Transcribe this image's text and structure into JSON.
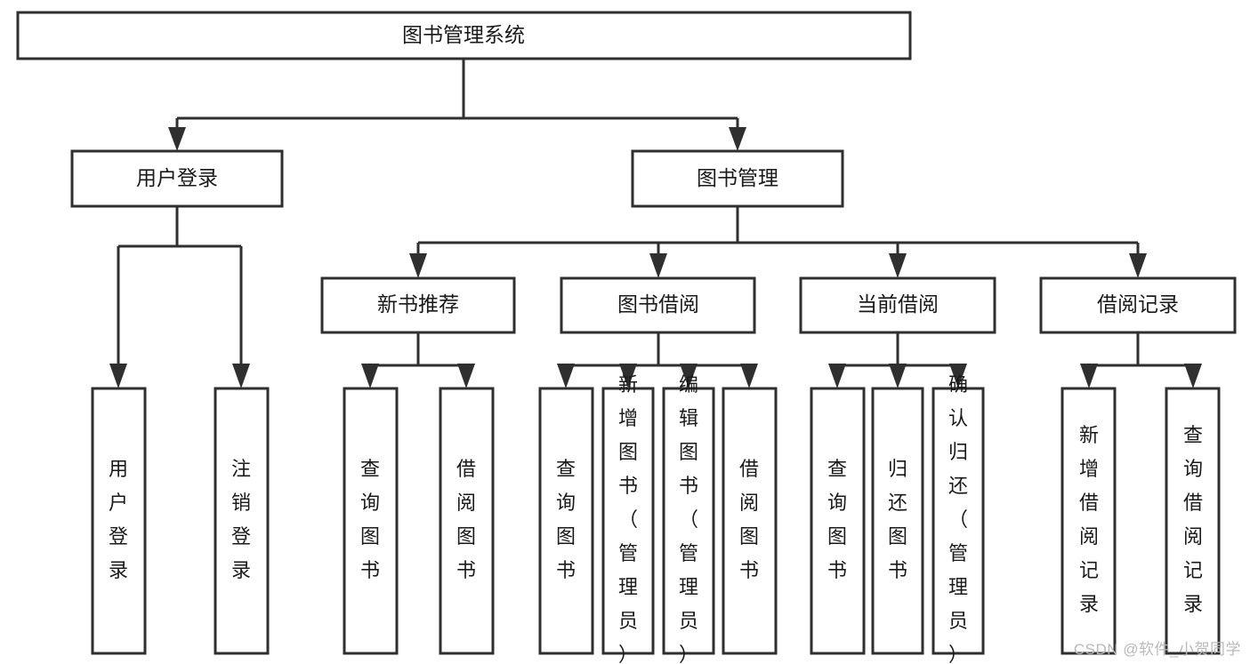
{
  "diagram": {
    "type": "tree",
    "title": "图书管理系统",
    "orientation": "top-down",
    "watermark": "CSDN @软件_小贺同学",
    "colors": {
      "stroke": "#2f2f2f",
      "fill": "#ffffff",
      "text": "#1a1a1a",
      "watermark": "#b9b9b9"
    },
    "levels": {
      "level1": [
        {
          "id": "root",
          "label": "图书管理系统"
        }
      ],
      "level2": [
        {
          "id": "user-login",
          "label": "用户登录",
          "parent": "root"
        },
        {
          "id": "book-manage",
          "label": "图书管理",
          "parent": "root"
        }
      ],
      "level3": [
        {
          "id": "new-book-rec",
          "label": "新书推荐",
          "parent": "book-manage"
        },
        {
          "id": "book-borrow",
          "label": "图书借阅",
          "parent": "book-manage"
        },
        {
          "id": "current-borrow",
          "label": "当前借阅",
          "parent": "book-manage"
        },
        {
          "id": "borrow-record",
          "label": "借阅记录",
          "parent": "book-manage"
        }
      ],
      "leaves": [
        {
          "id": "leaf-user-login",
          "label": "用户登录",
          "parent": "user-login"
        },
        {
          "id": "leaf-logout",
          "label": "注销登录",
          "parent": "user-login"
        },
        {
          "id": "leaf-query-book-rec",
          "label": "查询图书",
          "parent": "new-book-rec"
        },
        {
          "id": "leaf-borrow-book-rec",
          "label": "借阅图书",
          "parent": "new-book-rec"
        },
        {
          "id": "leaf-query-book-borrow",
          "label": "查询图书",
          "parent": "book-borrow"
        },
        {
          "id": "leaf-add-book",
          "label": "新增图书（管理员）",
          "parent": "book-borrow"
        },
        {
          "id": "leaf-edit-book",
          "label": "编辑图书（管理员）",
          "parent": "book-borrow"
        },
        {
          "id": "leaf-borrow-book",
          "label": "借阅图书",
          "parent": "book-borrow"
        },
        {
          "id": "leaf-query-book-current",
          "label": "查询图书",
          "parent": "current-borrow"
        },
        {
          "id": "leaf-return-book",
          "label": "归还图书",
          "parent": "current-borrow"
        },
        {
          "id": "leaf-confirm-return",
          "label": "确认归还（管理员）",
          "parent": "current-borrow"
        },
        {
          "id": "leaf-add-record",
          "label": "新增借阅记录",
          "parent": "borrow-record"
        },
        {
          "id": "leaf-query-record",
          "label": "查询借阅记录",
          "parent": "borrow-record"
        }
      ]
    }
  }
}
